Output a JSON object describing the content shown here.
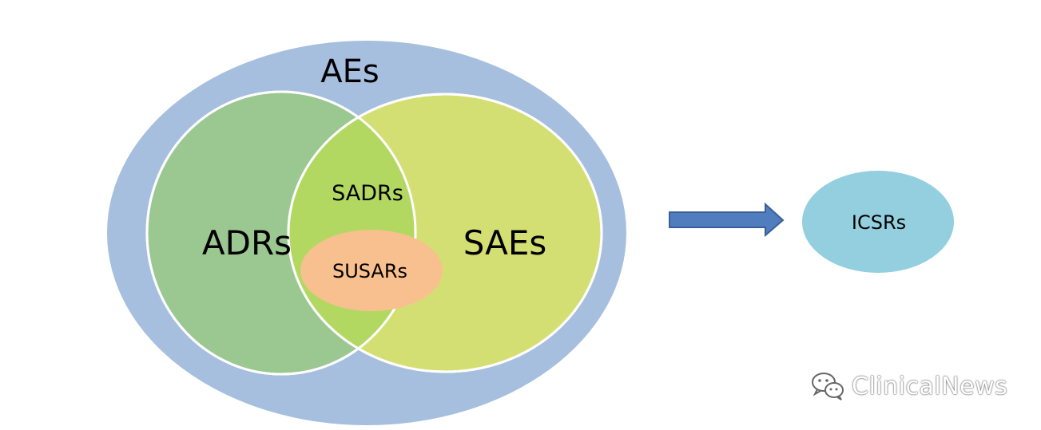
{
  "diagram": {
    "outer_label": "AEs",
    "left_label": "ADRs",
    "right_label": "SAEs",
    "overlap_label": "SADRs",
    "inner_label": "SUSARs",
    "target_label": "ICSRs"
  },
  "colors": {
    "outer": "#a6bfde",
    "left": "#9bc791",
    "right": "#d3df72",
    "overlap": "#b2d862",
    "inner": "#f8c08f",
    "arrow": "#4f7dbd",
    "target": "#93cfdf"
  },
  "watermark": {
    "text": "ClinicalNews",
    "icon": "wechat-icon"
  }
}
